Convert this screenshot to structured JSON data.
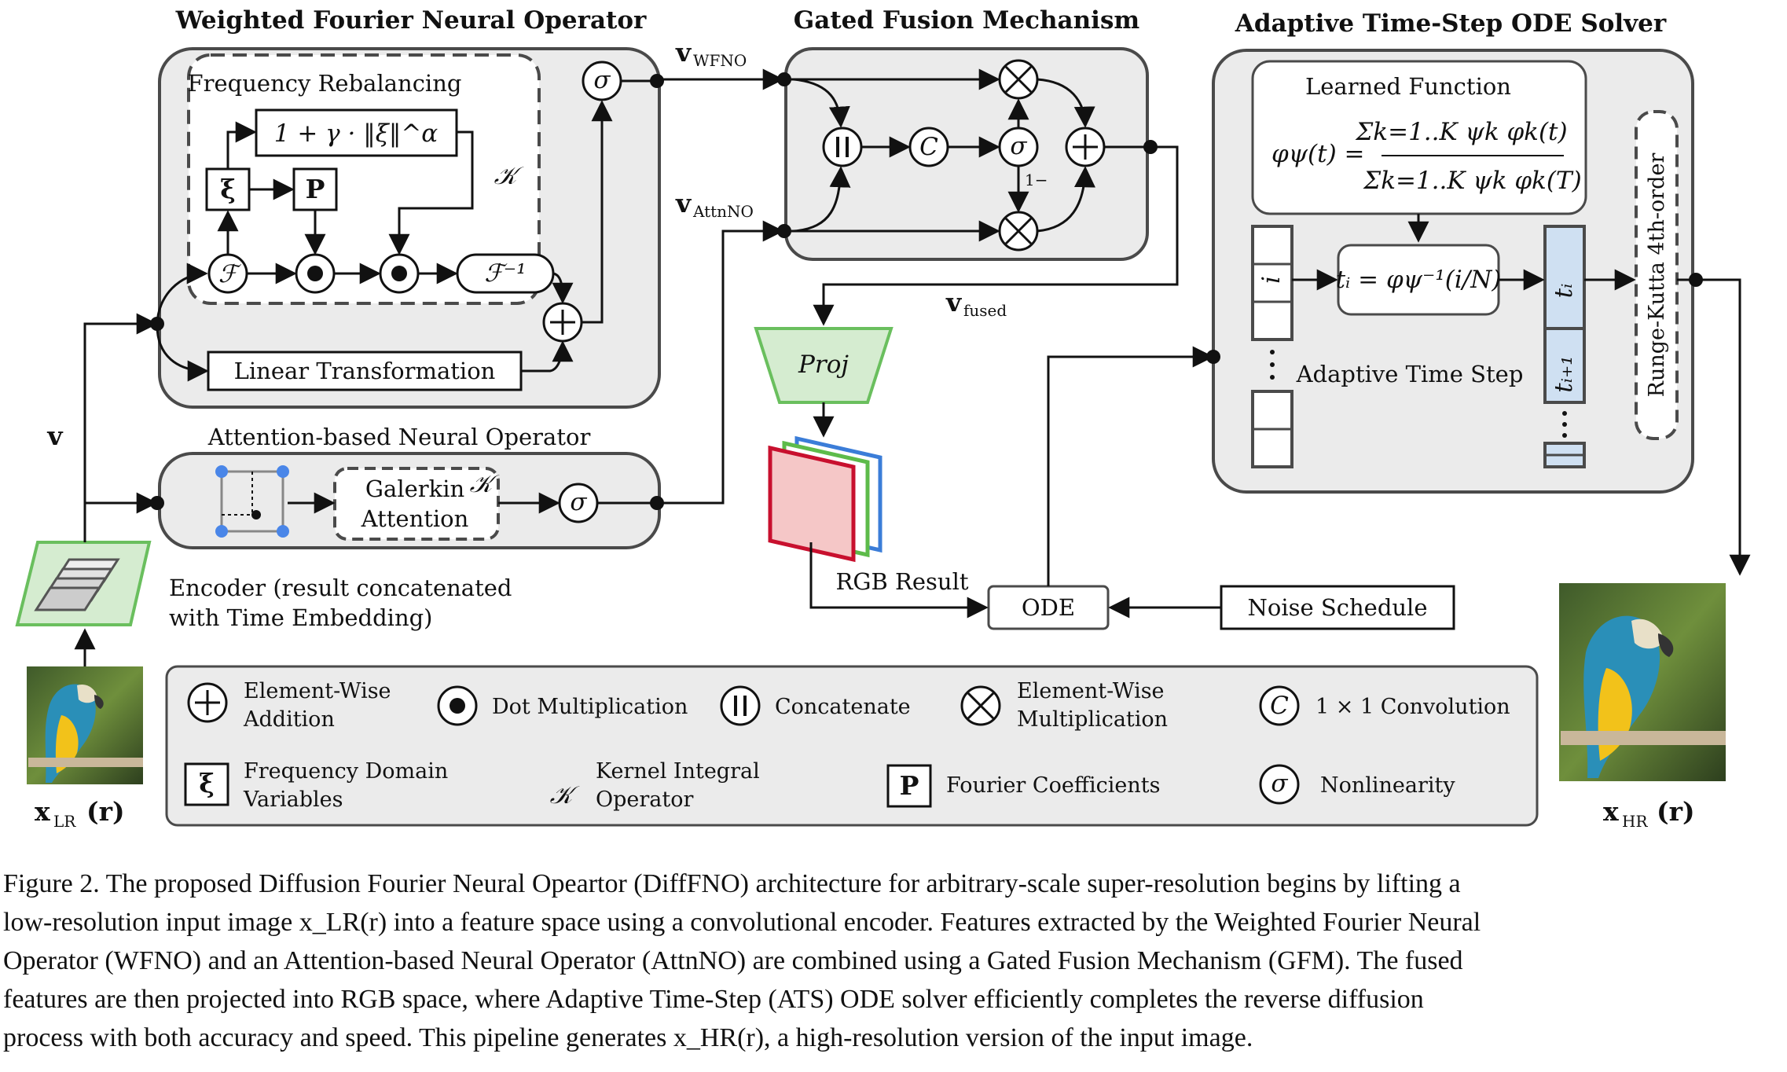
{
  "sections": {
    "wfno_title": "Weighted Fourier Neural Operator",
    "gfm_title": "Gated Fusion Mechanism",
    "ats_title": "Adaptive Time-Step ODE Solver"
  },
  "wfno": {
    "freq_rebalancing_label": "Frequency Rebalancing",
    "rebalance_formula": "1 + γ · ‖ξ‖^α",
    "xi_symbol": "ξ",
    "p_symbol": "P",
    "kernel_symbol": "𝒦",
    "fourier_symbol": "ℱ",
    "inverse_fourier_symbol": "ℱ⁻¹",
    "sigma_symbol": "σ",
    "linear_transformation_label": "Linear Transformation"
  },
  "attnno": {
    "title": "Attention-based Neural Operator",
    "galerkin_label_line1": "Galerkin",
    "galerkin_label_line2": "Attention",
    "kernel_symbol": "𝒦",
    "sigma_symbol": "σ"
  },
  "gfm": {
    "v_wfno_main": "v",
    "v_wfno_sub": "WFNO",
    "v_attnno_main": "v",
    "v_attnno_sub": "AttnNO",
    "v_fused_main": "v",
    "v_fused_sub": "fused",
    "conv_symbol": "C",
    "sigma_symbol": "σ",
    "one_minus_label": "1−"
  },
  "ats": {
    "learned_function_label": "Learned Function",
    "phi_formula_lhs": "φψ(t) =",
    "phi_formula_num": "Σk=1..K ψk φk(t)",
    "phi_formula_den": "Σk=1..K ψk φk(T)",
    "time_step_formula": "tᵢ = φψ⁻¹(i/N)",
    "index_label": "i",
    "adaptive_time_step_label": "Adaptive Time Step",
    "ti_label": "tᵢ",
    "ti1_label": "tᵢ₊₁",
    "rk_label": "Runge-Kutta 4th-order"
  },
  "pipeline": {
    "v_label": "v",
    "encoder_label_line1": "Encoder (result concatenated",
    "encoder_label_line2": "with Time Embedding)",
    "proj_label": "Proj",
    "rgb_result_label": "RGB Result",
    "ode_label": "ODE",
    "noise_schedule_label": "Noise Schedule",
    "x_lr_main": "x",
    "x_lr_sub": "LR",
    "x_lr_arg": "(r)",
    "x_hr_main": "x",
    "x_hr_sub": "HR",
    "x_hr_arg": "(r)"
  },
  "legend": {
    "element_wise_addition_l1": "Element-Wise",
    "element_wise_addition_l2": "Addition",
    "dot_multiplication": "Dot Multiplication",
    "concatenate": "Concatenate",
    "element_wise_multiplication_l1": "Element-Wise",
    "element_wise_multiplication_l2": "Multiplication",
    "conv_1x1_symbol": "C",
    "conv_1x1": "1 × 1 Convolution",
    "freq_domain_vars_l1": "Frequency Domain",
    "freq_domain_vars_l2": "Variables",
    "xi_symbol": "ξ",
    "kernel_integral_l1": "Kernel Integral",
    "kernel_integral_l2": "Operator",
    "kernel_symbol": "𝒦",
    "fourier_coefficients": "Fourier Coefficients",
    "p_symbol": "P",
    "nonlinearity": "Nonlinearity",
    "sigma_symbol": "σ"
  },
  "caption": {
    "line1": "Figure 2. The proposed Diffusion Fourier Neural Opeartor (DiffFNO) architecture for arbitrary-scale super-resolution begins by lifting a",
    "line2": "low-resolution input image x_LR(r) into a feature space using a convolutional encoder. Features extracted by the Weighted Fourier Neural",
    "line3": "Operator (WFNO) and an Attention-based Neural Operator (AttnNO) are combined using a Gated Fusion Mechanism (GFM). The fused",
    "line4": "features are then projected into RGB space, where Adaptive Time-Step (ATS) ODE solver efficiently completes the reverse diffusion",
    "line5": "process with both accuracy and speed. This pipeline generates x_HR(r), a high-resolution version of the input image."
  },
  "colors": {
    "panel_fill": "#ebebeb",
    "panel_stroke": "#4a4a4a",
    "proj_fill": "#d5ecd0",
    "proj_stroke": "#6abf5e",
    "rgb_red_fill": "#f5c7c7",
    "rgb_red_stroke": "#c8102e",
    "rgb_green": "#5dbb4a",
    "rgb_blue": "#3b7dd8",
    "time_cell_fill": "#cfe0f2",
    "grid_node": "#4a86e8",
    "encoder_fill": "#d5ecd0"
  }
}
